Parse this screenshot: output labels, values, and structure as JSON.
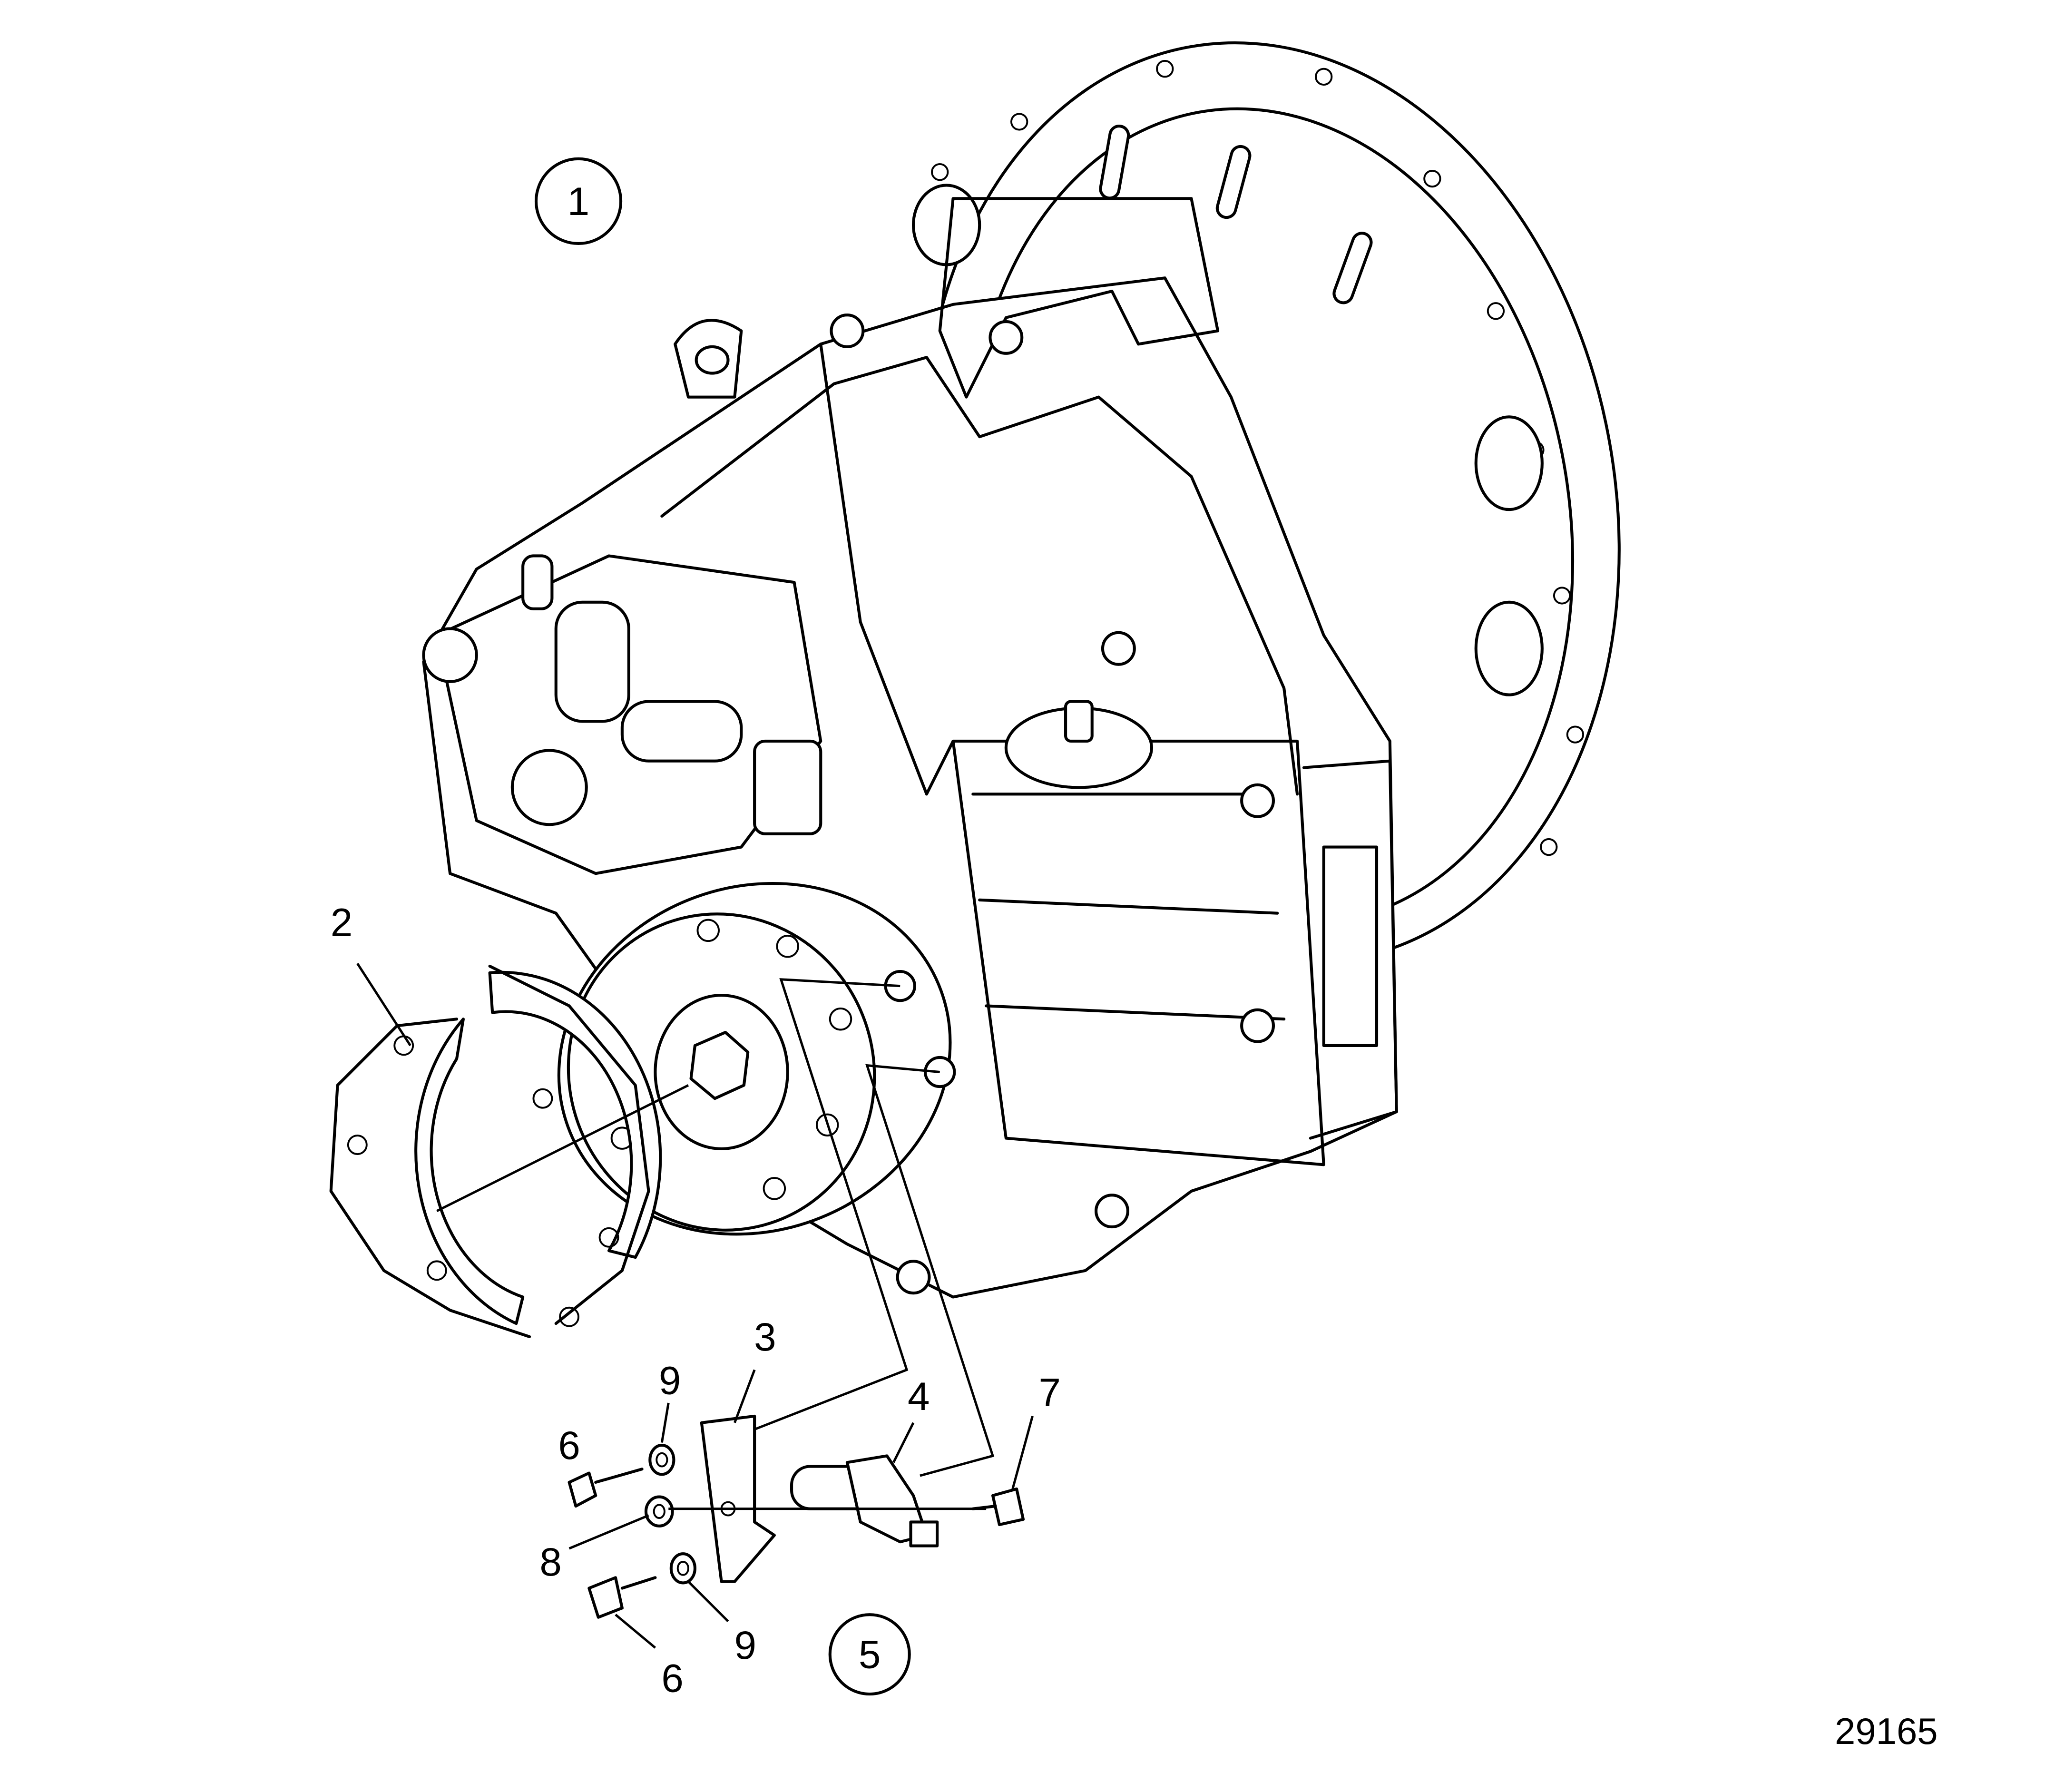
{
  "figure_number": "29165",
  "callouts": {
    "c1": "1",
    "c2": "2",
    "c3": "3",
    "c4": "4",
    "c5": "5",
    "c6a": "6",
    "c6b": "6",
    "c7": "7",
    "c8": "8",
    "c9a": "9",
    "c9b": "9"
  }
}
